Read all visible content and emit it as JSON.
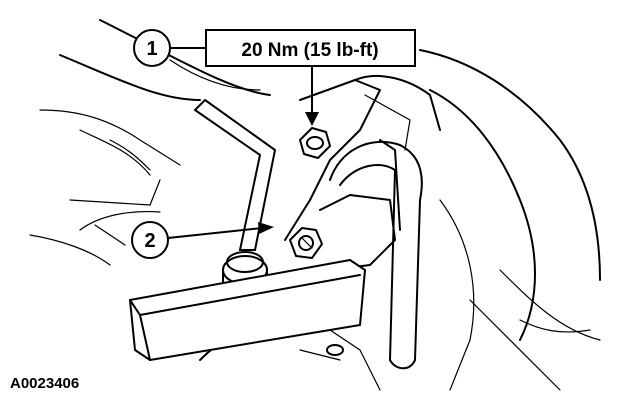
{
  "callouts": [
    {
      "number": "1",
      "label": "20 Nm (15 lb-ft)"
    },
    {
      "number": "2",
      "label": ""
    }
  ],
  "figure_id": "A0023406"
}
